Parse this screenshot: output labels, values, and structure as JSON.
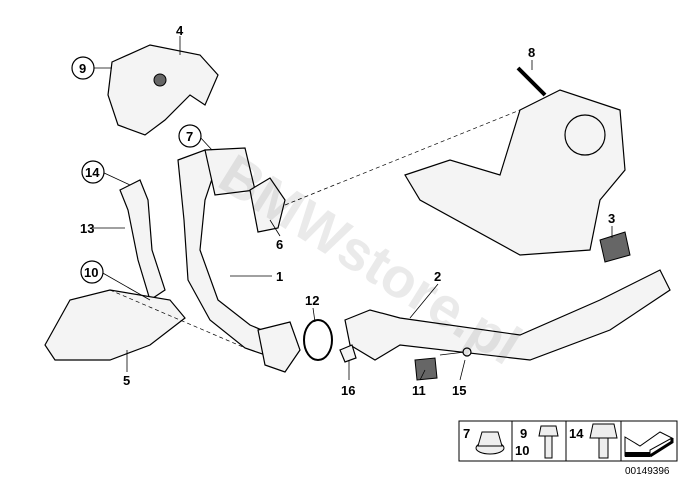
{
  "diagram": {
    "callouts": [
      {
        "id": "c4",
        "text": "4",
        "circled": false
      },
      {
        "id": "c9",
        "text": "9",
        "circled": true
      },
      {
        "id": "c7",
        "text": "7",
        "circled": true
      },
      {
        "id": "c14",
        "text": "14",
        "circled": true
      },
      {
        "id": "c13",
        "text": "13",
        "circled": false
      },
      {
        "id": "c10",
        "text": "10",
        "circled": true
      },
      {
        "id": "c5",
        "text": "5",
        "circled": false
      },
      {
        "id": "c1",
        "text": "1",
        "circled": false
      },
      {
        "id": "c6",
        "text": "6",
        "circled": false
      },
      {
        "id": "c12",
        "text": "12",
        "circled": false
      },
      {
        "id": "c16",
        "text": "16",
        "circled": false
      },
      {
        "id": "c11",
        "text": "11",
        "circled": false
      },
      {
        "id": "c15",
        "text": "15",
        "circled": false
      },
      {
        "id": "c2",
        "text": "2",
        "circled": false
      },
      {
        "id": "c3",
        "text": "3",
        "circled": false
      },
      {
        "id": "c8",
        "text": "8",
        "circled": false
      }
    ],
    "legend": {
      "cells": [
        {
          "labels": [
            "7"
          ],
          "icon": "nut-icon"
        },
        {
          "labels": [
            "9",
            "10"
          ],
          "icon": "bolt-icon"
        },
        {
          "labels": [
            "14"
          ],
          "icon": "large-bolt-icon"
        },
        {
          "labels": [],
          "icon": "arrow-icon"
        }
      ]
    },
    "diagram_number": "00149396",
    "watermark": "BMWstore.pl"
  }
}
